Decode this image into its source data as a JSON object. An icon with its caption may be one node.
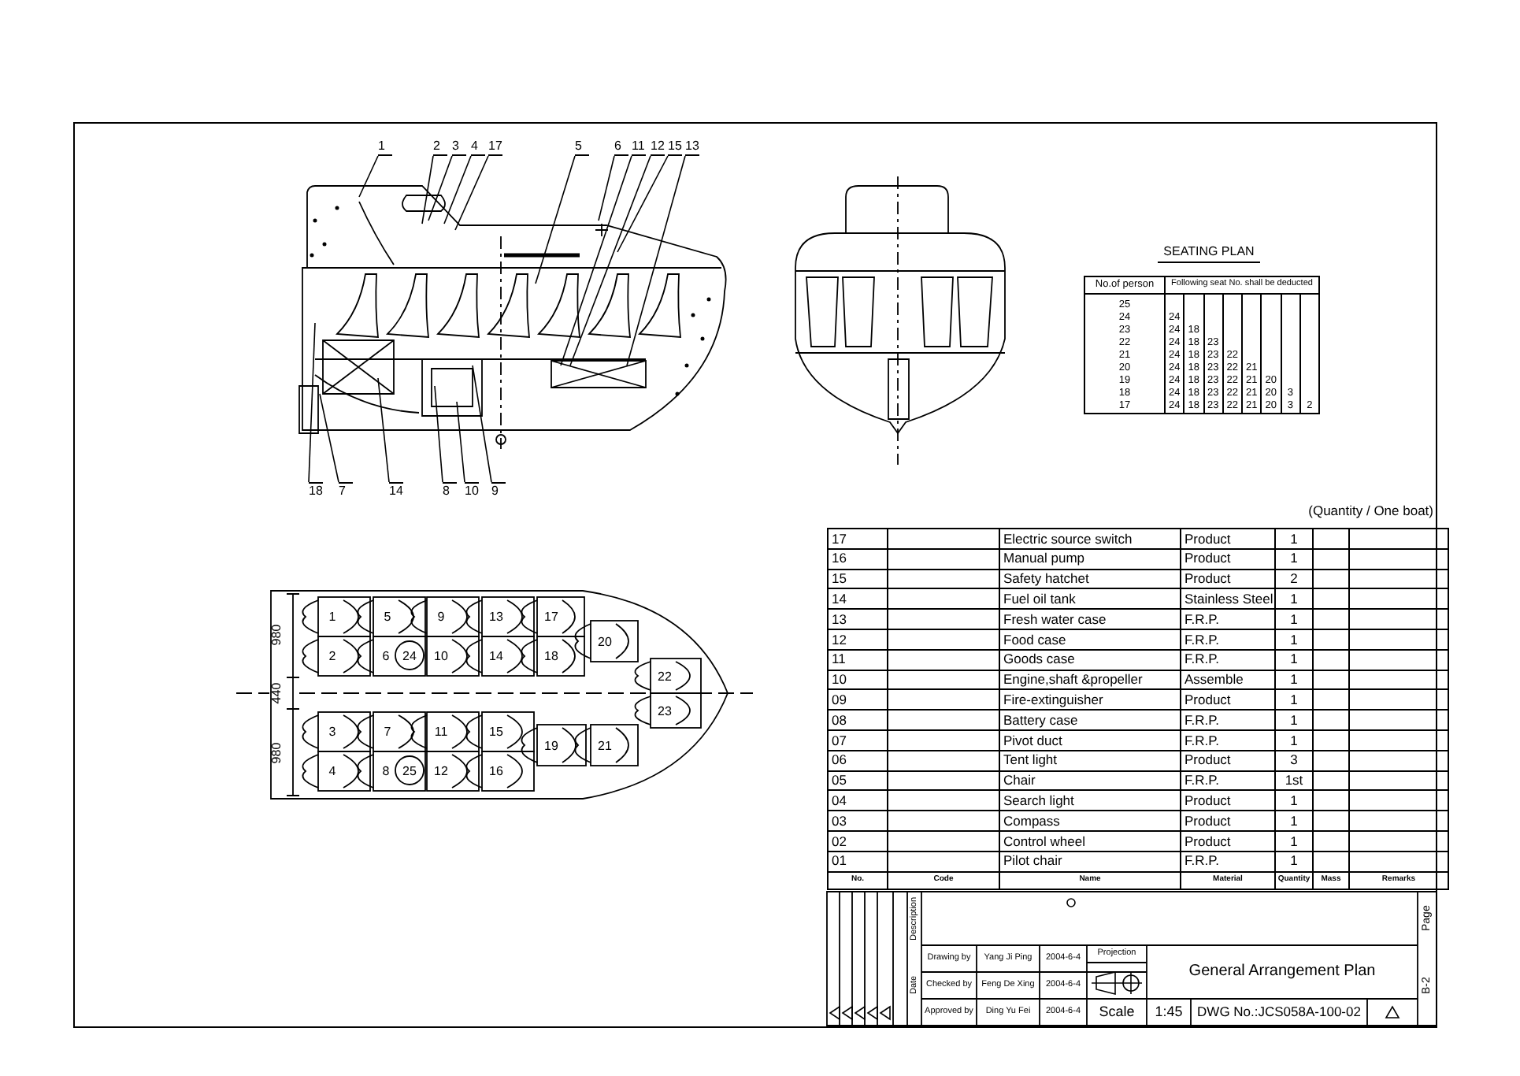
{
  "diagram": {
    "nodes": [
      {
        "text": [
          "1"
        ]
      },
      {
        "text": [
          "2"
        ]
      },
      {
        "text": [
          "3"
        ]
      },
      {
        "text": [
          "4"
        ]
      },
      {
        "text": [
          "17"
        ]
      },
      {
        "text": [
          "5"
        ]
      },
      {
        "text": [
          "6"
        ]
      },
      {
        "text": [
          "11"
        ]
      },
      {
        "text": [
          "12"
        ]
      },
      {
        "text": [
          "15"
        ]
      },
      {
        "text": [
          "13"
        ]
      },
      {
        "text": [
          "18"
        ]
      },
      {
        "text": [
          "7"
        ]
      },
      {
        "text": [
          "14"
        ]
      },
      {
        "text": [
          "8"
        ]
      },
      {
        "text": [
          "10"
        ]
      },
      {
        "text": [
          "9"
        ]
      }
    ],
    "edges": [
      {
        "from": 0,
        "to": null,
        "arrow": "none"
      },
      {
        "from": 1,
        "to": null,
        "arrow": "none"
      },
      {
        "from": 2,
        "to": null,
        "arrow": "none"
      },
      {
        "from": 3,
        "to": null,
        "arrow": "none"
      },
      {
        "from": 4,
        "to": null,
        "arrow": "none"
      },
      {
        "from": 5,
        "to": null,
        "arrow": "none"
      },
      {
        "from": 6,
        "to": null,
        "arrow": "none"
      },
      {
        "from": 7,
        "to": null,
        "arrow": "none"
      },
      {
        "from": 8,
        "to": null,
        "arrow": "none"
      },
      {
        "from": 9,
        "to": null,
        "arrow": "none"
      },
      {
        "from": 10,
        "to": null,
        "arrow": "none"
      },
      {
        "from": 11,
        "to": null,
        "arrow": "none"
      },
      {
        "from": 12,
        "to": null,
        "arrow": "none"
      },
      {
        "from": 13,
        "to": null,
        "arrow": "none"
      },
      {
        "from": 14,
        "to": null,
        "arrow": "none"
      },
      {
        "from": 15,
        "to": null,
        "arrow": "none"
      },
      {
        "from": 16,
        "to": null,
        "arrow": "none"
      }
    ],
    "labels": [
      "SEATING PLAN",
      "No.of person",
      "Following seat No. shall be deducted",
      "25",
      "24",
      "24",
      "23",
      "24",
      "18",
      "22",
      "24",
      "18",
      "23",
      "21",
      "24",
      "18",
      "23",
      "22",
      "20",
      "24",
      "18",
      "23",
      "22",
      "21",
      "19",
      "24",
      "18",
      "23",
      "22",
      "21",
      "20",
      "18",
      "24",
      "18",
      "23",
      "22",
      "21",
      "20",
      "3",
      "17",
      "24",
      "18",
      "23",
      "22",
      "21",
      "20",
      "3",
      "2",
      "1",
      "5",
      "9",
      "13",
      "17",
      "20",
      "2",
      "6",
      "24",
      "10",
      "14",
      "18",
      "22",
      "23",
      "3",
      "7",
      "11",
      "15",
      "19",
      "21",
      "4",
      "8",
      "25",
      "12",
      "16",
      "980",
      "440",
      "980",
      "(Quantity / One boat)",
      "17",
      "Electric source switch",
      "Product",
      "1",
      "16",
      "Manual pump",
      "Product",
      "1",
      "15",
      "Safety hatchet",
      "Product",
      "2",
      "14",
      "Fuel oil tank",
      "Stainless Steel",
      "1",
      "13",
      "Fresh water case",
      "F.R.P.",
      "1",
      "12",
      "Food case",
      "F.R.P.",
      "1",
      "11",
      "Goods case",
      "F.R.P.",
      "1",
      "10",
      "Engine,shaft &propeller",
      "Assemble",
      "1",
      "09",
      "Fire-extinguisher",
      "Product",
      "1",
      "08",
      "Battery case",
      "F.R.P.",
      "1",
      "07",
      "Pivot duct",
      "F.R.P.",
      "1",
      "06",
      "Tent light",
      "Product",
      "3",
      "05",
      "Chair",
      "F.R.P.",
      "1st",
      "04",
      "Search light",
      "Product",
      "1",
      "03",
      "Compass",
      "Product",
      "1",
      "02",
      "Control wheel",
      "Product",
      "1",
      "01",
      "Pilot chair",
      "F.R.P.",
      "1",
      "No.",
      "Code",
      "Name",
      "Material",
      "Quantity",
      "Mass",
      "Remarks",
      "Description",
      "Date",
      "Drawing by",
      "Yang Ji Ping",
      "2004-6-4",
      "Projection",
      "General Arrangement Plan",
      "Checked by",
      "Feng De Xing",
      "2004-6-4",
      "Approved by",
      "Ding Yu Fei",
      "2004-6-4",
      "Scale",
      "1:45",
      "DWG No.:JCS058A-100-02",
      "Page",
      "B-2"
    ]
  }
}
